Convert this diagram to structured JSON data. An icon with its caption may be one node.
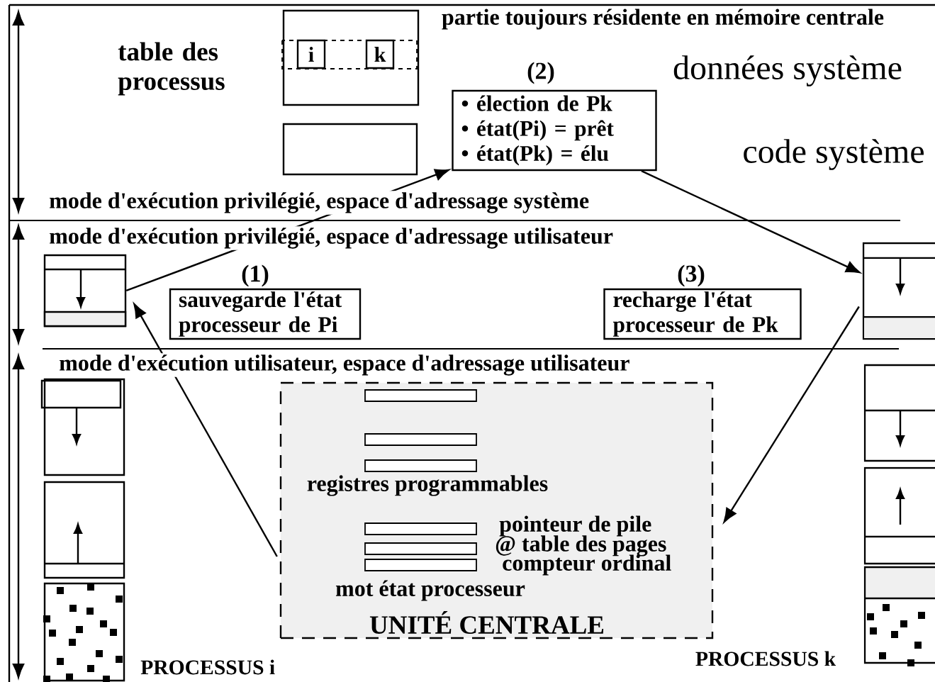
{
  "diagram": {
    "nodes": [
      {
        "text": [],
        "shape": "box",
        "beside": [
          "table des processus"
        ]
      },
      {
        "text": [
          "i"
        ],
        "in": 0
      },
      {
        "text": [
          "k"
        ],
        "in": 0
      },
      {
        "text": [],
        "shape": "box"
      },
      {
        "text": [
          "• élection de Pk",
          "• état(Pi) = prêt",
          "• état(Pk) = élu"
        ],
        "beside": [
          "(2)"
        ]
      },
      {
        "text": [],
        "shape": "picture"
      },
      {
        "text": [
          "sauvegarde l'état processeur de Pi"
        ],
        "beside": [
          "(1)"
        ]
      },
      {
        "text": [
          "recharge l'état processeur de Pk"
        ],
        "beside": [
          "(3)"
        ]
      },
      {
        "text": [],
        "shape": "picture"
      },
      {
        "text": [
          "registres programmables",
          "pointeur de pile",
          "@ table des pages",
          "compteur ordinal",
          "mot état processeur",
          "UNITÉ CENTRALE"
        ]
      }
    ],
    "edges": [
      {
        "from": 5,
        "to": 4,
        "arrow": "to"
      },
      {
        "from": 4,
        "to": 8,
        "arrow": "to"
      },
      {
        "from": 9,
        "to": 5,
        "arrow": "to"
      },
      {
        "from": 8,
        "to": 9,
        "arrow": "to"
      }
    ],
    "labels": [
      "partie toujours résidente en mémoire centrale",
      "données système",
      "code système",
      "mode d'exécution privilégié, espace d'adressage système",
      "mode d'exécution privilégié, espace d'adressage utilisateur",
      "mode d'exécution utilisateur, espace d'adressage utilisateur",
      "PROCESSUS i",
      "PROCESSUS k"
    ]
  }
}
